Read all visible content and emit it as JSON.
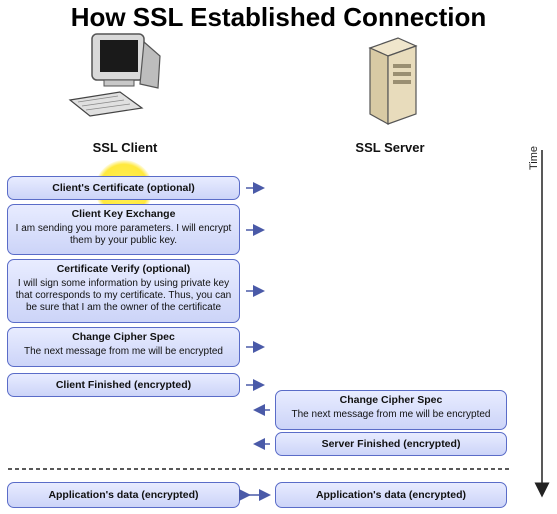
{
  "title": "How SSL Established Connection",
  "client_label": "SSL Client",
  "server_label": "SSL Server",
  "time_label": "Time",
  "messages": {
    "client_certificate": {
      "head": "Client's Certificate (optional)"
    },
    "client_key_exchange": {
      "head": "Client Key Exchange",
      "body": "I am sending you more parameters. I will encrypt them by your public key."
    },
    "certificate_verify": {
      "head": "Certificate Verify (optional)",
      "body": "I will sign some information by using private key that corresponds to my certificate. Thus, you can be sure that I am the owner of the certificate"
    },
    "client_change_cipher": {
      "head": "Change Cipher Spec",
      "body": "The next message from me will be encrypted"
    },
    "client_finished": {
      "head": "Client Finished (encrypted)"
    },
    "server_change_cipher": {
      "head": "Change Cipher Spec",
      "body": "The next message from me will be encrypted"
    },
    "server_finished": {
      "head": "Server Finished (encrypted)"
    },
    "client_app_data": {
      "head": "Application's data (encrypted)"
    },
    "server_app_data": {
      "head": "Application's data (encrypted)"
    }
  },
  "colors": {
    "box_border": "#5a6cc8",
    "box_fill": "#dfe4fb",
    "arrow": "#4a5aa8"
  }
}
